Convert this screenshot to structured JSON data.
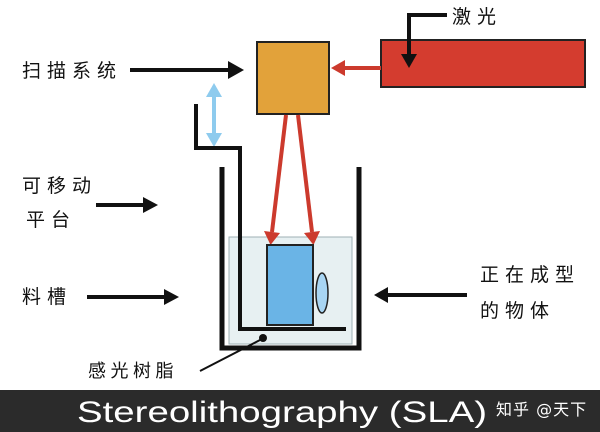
{
  "diagram": {
    "labels": {
      "laser": "激光",
      "scan_system": "扫描系统",
      "movable_platform": [
        "可移动",
        "平台"
      ],
      "tank": "料槽",
      "forming_object": [
        "正在成型",
        "的物体"
      ],
      "photopolymer_resin": "感光树脂"
    }
  },
  "footer": {
    "title": "Stereolithography (SLA)",
    "watermark": "知乎 @天下"
  },
  "colors": {
    "laser": "#d43c2f",
    "scanner": "#e2a23a",
    "beam": "#cc3a2d",
    "platform_motion": "#8ecbee",
    "object": "#6ab4e6",
    "object_side": "#a8d5f3",
    "resin": "#e7f0f2",
    "footer_bg": "#2b2b2b",
    "footer_text": "#ffffff"
  }
}
